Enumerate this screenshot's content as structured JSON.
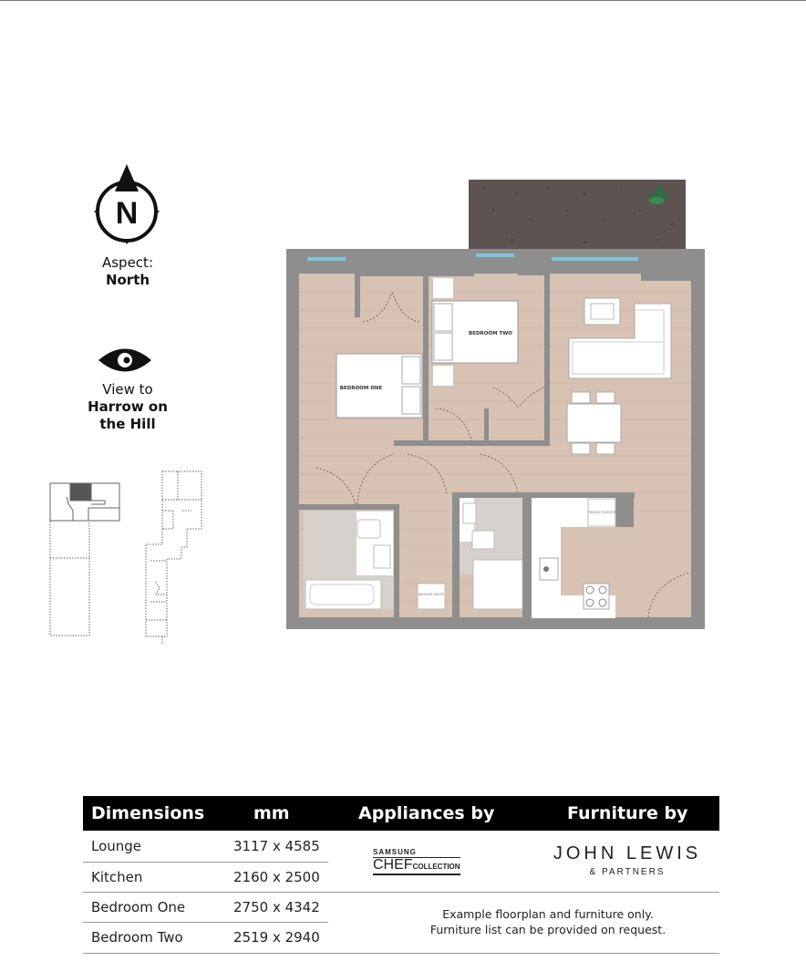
{
  "aspect": {
    "label": "Aspect:",
    "value": "North",
    "compass_letter": "N",
    "icon": "compass-north-icon"
  },
  "view": {
    "label": "View to",
    "value_line1": "Harrow on",
    "value_line2": "the Hill",
    "icon": "eye-icon"
  },
  "floorplan": {
    "rooms": {
      "bedroom_one": "BEDROOM ONE",
      "bedroom_two": "BEDROOM TWO"
    },
    "appliances": {
      "fridge": "FRIDGE FREEZER",
      "washer": "WASHER DRYER"
    },
    "colors": {
      "floor": "#d8c2b3",
      "wall": "#8e8e8e",
      "balcony": "#5d5350",
      "bathroom": "#d6d1cd",
      "window": "#7fc6da"
    }
  },
  "table": {
    "headers": [
      "Dimensions",
      "mm",
      "Appliances by",
      "Furniture by"
    ],
    "rows": [
      {
        "room": "Lounge",
        "size": "3117 x 4585"
      },
      {
        "room": "Kitchen",
        "size": "2160 x 2500"
      },
      {
        "room": "Bedroom One",
        "size": "2750 x 4342"
      },
      {
        "room": "Bedroom Two",
        "size": "2519 x 2940"
      }
    ],
    "appliances_logo": {
      "line1": "SAMSUNG",
      "line2a": "CHEF",
      "line2b": "COLLECTION"
    },
    "furniture_logo": {
      "line1": "JOHN LEWIS",
      "line2": "& PARTNERS"
    },
    "note_line1": "Example floorplan and furniture only.",
    "note_line2": "Furniture list can be provided on request."
  }
}
